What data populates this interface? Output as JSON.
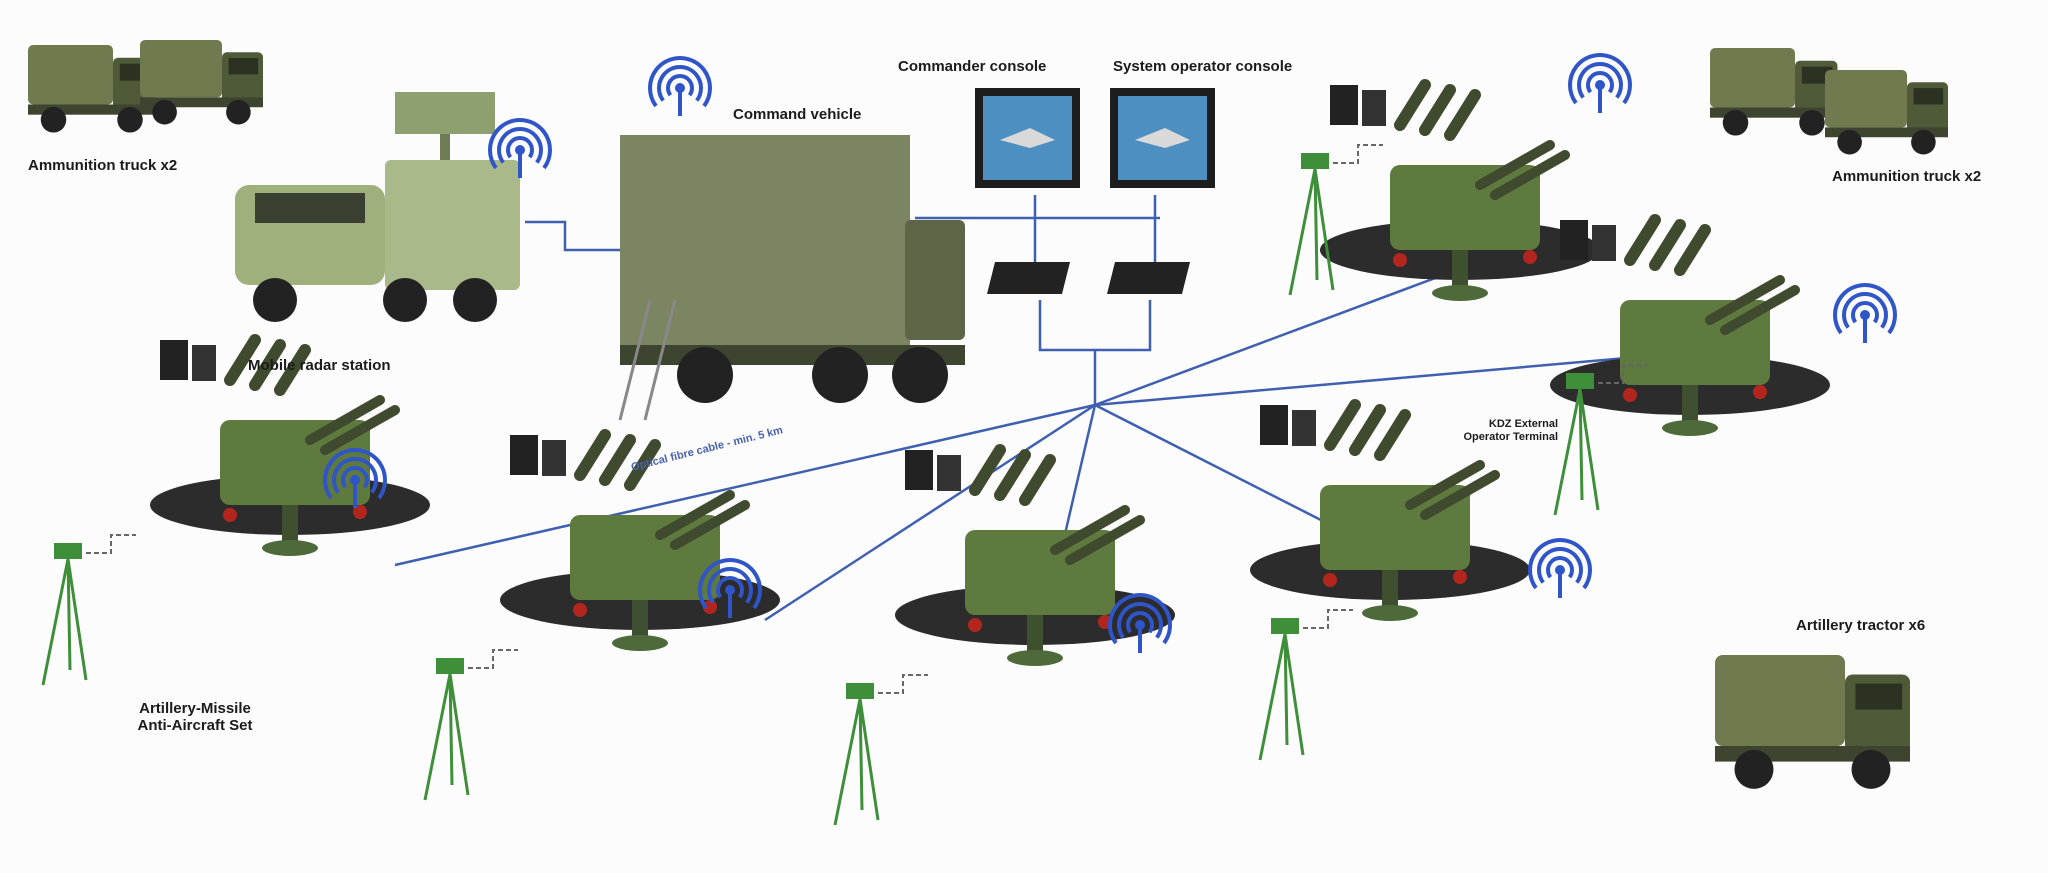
{
  "labels": {
    "ammo_truck_left": "Ammunition truck x2",
    "ammo_truck_right": "Ammunition truck x2",
    "radar": "Mobile radar station",
    "command_vehicle": "Command vehicle",
    "commander_console": "Commander console",
    "operator_console": "System operator console",
    "kdz_line1": "KDZ  External",
    "kdz_line2": "Operator Terminal",
    "fibre": "Optical fibre cable - min. 5 km",
    "aa_set_line1": "Artillery-Missile",
    "aa_set_line2": "Anti-Aircraft Set",
    "tractor": "Artillery tractor  x6"
  },
  "colors": {
    "link": "#3f5fb0",
    "wifi": "#2f55c8",
    "olive": "#6f7a4f",
    "aa_green": "#5e7a3e",
    "tripod": "#3f8f3a"
  }
}
